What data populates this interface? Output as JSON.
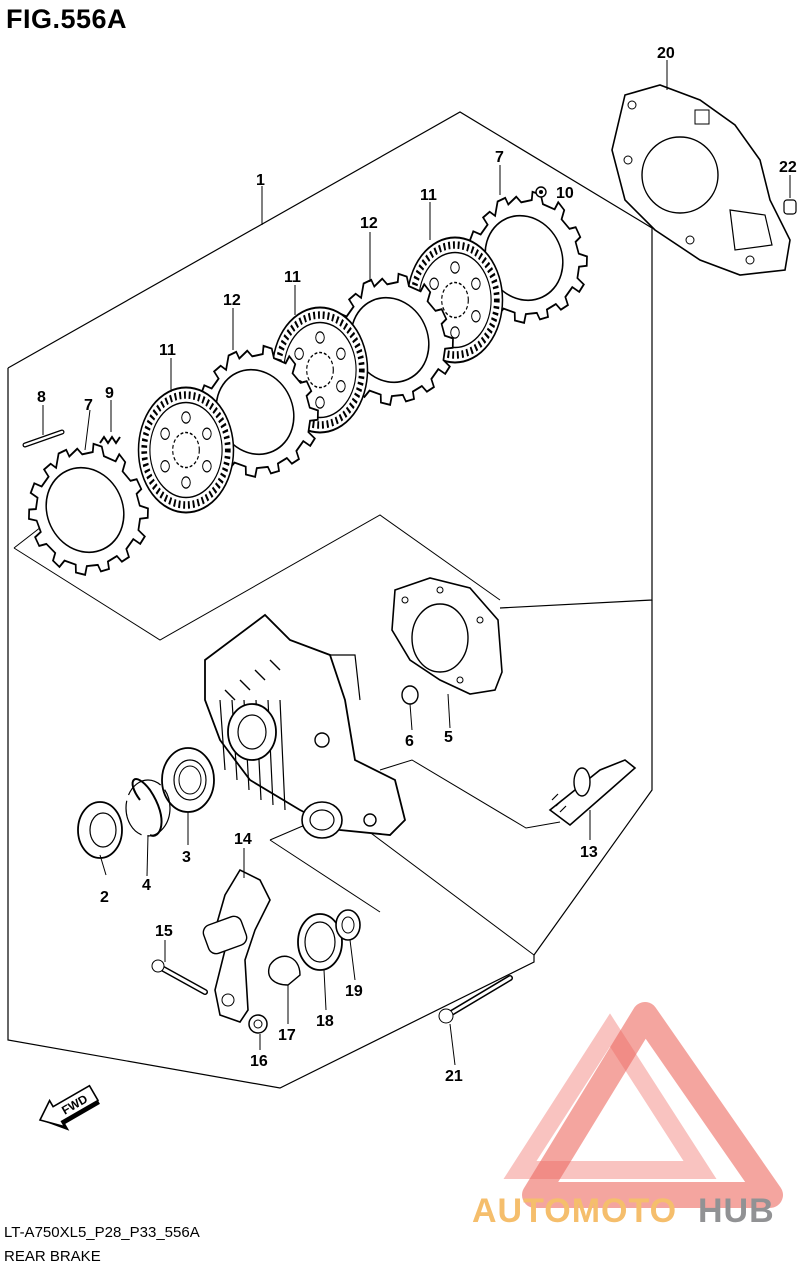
{
  "figure": {
    "title": "FIG.556A",
    "model_code": "LT-A750XL5_P28_P33_556A",
    "section_name": "REAR BRAKE"
  },
  "direction_arrow": {
    "label": "FWD",
    "icon": "fwd-arrow-icon"
  },
  "watermark": {
    "text_part1": "AUTOMOTO",
    "text_part2": "HUB",
    "color_primary": "#f2a93b",
    "color_accent": "#e8372c",
    "color_dark": "#6d6e71"
  },
  "callouts": [
    {
      "id": "c1",
      "label": "1"
    },
    {
      "id": "c2",
      "label": "2"
    },
    {
      "id": "c3",
      "label": "3"
    },
    {
      "id": "c4",
      "label": "4"
    },
    {
      "id": "c5",
      "label": "5"
    },
    {
      "id": "c6",
      "label": "6"
    },
    {
      "id": "c7a",
      "label": "7"
    },
    {
      "id": "c7b",
      "label": "7"
    },
    {
      "id": "c8",
      "label": "8"
    },
    {
      "id": "c9",
      "label": "9"
    },
    {
      "id": "c10",
      "label": "10"
    },
    {
      "id": "c11a",
      "label": "11"
    },
    {
      "id": "c11b",
      "label": "11"
    },
    {
      "id": "c11c",
      "label": "11"
    },
    {
      "id": "c12a",
      "label": "12"
    },
    {
      "id": "c12b",
      "label": "12"
    },
    {
      "id": "c13",
      "label": "13"
    },
    {
      "id": "c14",
      "label": "14"
    },
    {
      "id": "c15",
      "label": "15"
    },
    {
      "id": "c16",
      "label": "16"
    },
    {
      "id": "c17",
      "label": "17"
    },
    {
      "id": "c18",
      "label": "18"
    },
    {
      "id": "c19",
      "label": "19"
    },
    {
      "id": "c20",
      "label": "20"
    },
    {
      "id": "c21",
      "label": "21"
    },
    {
      "id": "c22",
      "label": "22"
    }
  ]
}
